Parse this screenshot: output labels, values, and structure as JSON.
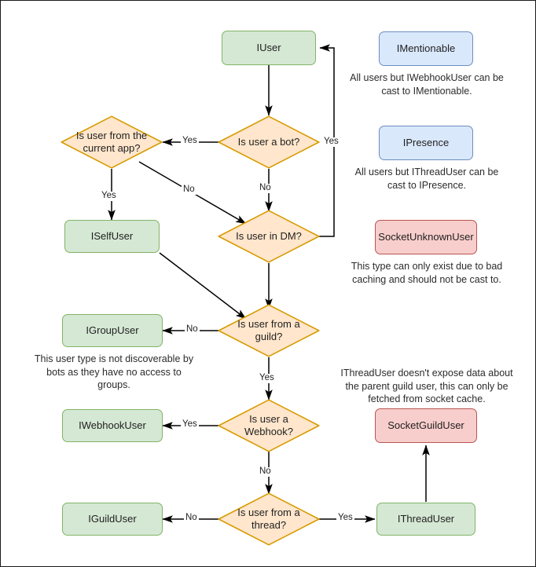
{
  "diagram": {
    "title": "Discord.Net user type resolution flowchart",
    "colors": {
      "green_fill": "#d5e8d4",
      "green_stroke": "#82b366",
      "orange_fill": "#ffe6cc",
      "orange_stroke": "#d79b00",
      "blue_fill": "#dae8fc",
      "blue_stroke": "#6c8ebf",
      "red_fill": "#f8cecc",
      "red_stroke": "#b85450",
      "edge_stroke": "#000000",
      "page_border": "#1a1a1a",
      "background": "#ffffff"
    },
    "nodes": [
      {
        "id": "iuser",
        "label": "IUser",
        "shape": "box",
        "style": "green"
      },
      {
        "id": "is-user-a-bot",
        "label": "Is user a bot?",
        "shape": "diamond",
        "style": "orange"
      },
      {
        "id": "is-from-current-app",
        "label": "Is user from the current app?",
        "shape": "diamond",
        "style": "orange"
      },
      {
        "id": "iselfuser",
        "label": "ISelfUser",
        "shape": "box",
        "style": "green"
      },
      {
        "id": "is-user-in-dm",
        "label": "Is user in DM?",
        "shape": "diamond",
        "style": "orange"
      },
      {
        "id": "is-from-guild",
        "label": "Is user from a guild?",
        "shape": "diamond",
        "style": "orange"
      },
      {
        "id": "igroupuser",
        "label": "IGroupUser",
        "shape": "box",
        "style": "green"
      },
      {
        "id": "is-user-webhook",
        "label": "Is user a Webhook?",
        "shape": "diamond",
        "style": "orange"
      },
      {
        "id": "iwebhookuser",
        "label": "IWebhookUser",
        "shape": "box",
        "style": "green"
      },
      {
        "id": "is-from-thread",
        "label": "Is user from a thread?",
        "shape": "diamond",
        "style": "orange"
      },
      {
        "id": "iguilduser",
        "label": "IGuildUser",
        "shape": "box",
        "style": "green"
      },
      {
        "id": "ithreaduser",
        "label": "IThreadUser",
        "shape": "box",
        "style": "green"
      },
      {
        "id": "imentionable",
        "label": "IMentionable",
        "shape": "box",
        "style": "blue"
      },
      {
        "id": "ipresence",
        "label": "IPresence",
        "shape": "box",
        "style": "blue"
      },
      {
        "id": "socketunknownuser",
        "label": "SocketUnknownUser",
        "shape": "box",
        "style": "red"
      },
      {
        "id": "socketguilduser",
        "label": "SocketGuildUser",
        "shape": "box",
        "style": "red"
      }
    ],
    "edges": [
      {
        "from": "iuser",
        "to": "is-user-a-bot",
        "label": ""
      },
      {
        "from": "is-user-a-bot",
        "to": "is-from-current-app",
        "label": "Yes"
      },
      {
        "from": "is-user-a-bot",
        "to": "is-user-in-dm",
        "label": "No"
      },
      {
        "from": "is-from-current-app",
        "to": "iselfuser",
        "label": "Yes"
      },
      {
        "from": "is-from-current-app",
        "to": "is-user-in-dm",
        "label": "No"
      },
      {
        "from": "is-user-in-dm",
        "to": "iuser",
        "label": "Yes"
      },
      {
        "from": "is-user-in-dm",
        "to": "is-from-guild",
        "label": ""
      },
      {
        "from": "iselfuser",
        "to": "is-from-guild",
        "label": ""
      },
      {
        "from": "is-from-guild",
        "to": "igroupuser",
        "label": "No"
      },
      {
        "from": "is-from-guild",
        "to": "is-user-webhook",
        "label": "Yes"
      },
      {
        "from": "is-user-webhook",
        "to": "iwebhookuser",
        "label": "Yes"
      },
      {
        "from": "is-user-webhook",
        "to": "is-from-thread",
        "label": "No"
      },
      {
        "from": "is-from-thread",
        "to": "iguilduser",
        "label": "No"
      },
      {
        "from": "is-from-thread",
        "to": "ithreaduser",
        "label": "Yes"
      },
      {
        "from": "ithreaduser",
        "to": "socketguilduser",
        "label": ""
      }
    ],
    "edge_labels": {
      "bot_yes": "Yes",
      "bot_no": "No",
      "app_yes": "Yes",
      "app_no": "No",
      "dm_yes": "Yes",
      "guild_no": "No",
      "guild_yes": "Yes",
      "webhook_yes": "Yes",
      "webhook_no": "No",
      "thread_no": "No",
      "thread_yes": "Yes"
    },
    "notes": [
      {
        "id": "note-imentionable",
        "text": "All users but IWebhookUser can be cast to IMentionable."
      },
      {
        "id": "note-ipresence",
        "text": "All users but IThreadUser can be cast to IPresence."
      },
      {
        "id": "note-socketunknownuser",
        "text": "This type can only exist due to bad caching and should not be cast to."
      },
      {
        "id": "note-igroupuser",
        "text": "This user type is not discoverable by bots as they have no access to groups."
      },
      {
        "id": "note-socketguilduser",
        "text": "IThreadUser doesn't expose data about the parent guild user, this can only be fetched from socket cache."
      }
    ]
  }
}
